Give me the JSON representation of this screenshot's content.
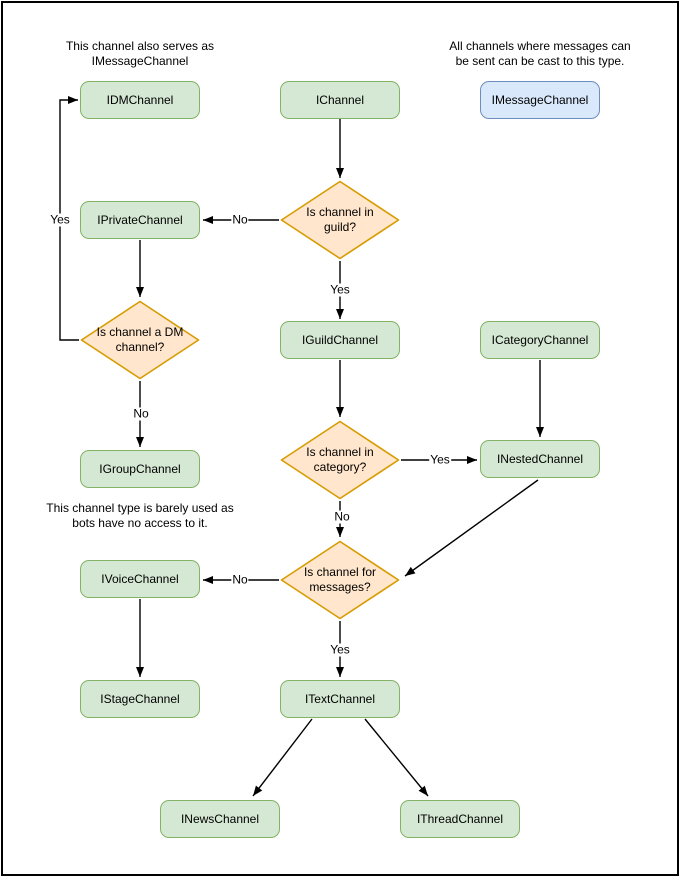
{
  "diagram": {
    "nodes": {
      "idmchannel": {
        "label": "IDMChannel"
      },
      "ichannel": {
        "label": "IChannel"
      },
      "imessagechannel": {
        "label": "IMessageChannel"
      },
      "iprivatechannel": {
        "label": "IPrivateChannel"
      },
      "iguildchannel": {
        "label": "IGuildChannel"
      },
      "icategorychannel": {
        "label": "ICategoryChannel"
      },
      "igroupchannel": {
        "label": "IGroupChannel"
      },
      "inestedchannel": {
        "label": "INestedChannel"
      },
      "ivoicechannel": {
        "label": "IVoiceChannel"
      },
      "istagechannel": {
        "label": "IStageChannel"
      },
      "itextchannel": {
        "label": "ITextChannel"
      },
      "inewschannel": {
        "label": "INewsChannel"
      },
      "ithreadchannel": {
        "label": "IThreadChannel"
      }
    },
    "decisions": {
      "in_guild": {
        "label": "Is channel in guild?"
      },
      "is_dm": {
        "label": "Is channel a DM channel?"
      },
      "in_category": {
        "label": "Is channel in category?"
      },
      "for_messages": {
        "label": "Is channel for messages?"
      }
    },
    "edge_labels": {
      "dm_yes": "Yes",
      "guild_no": "No",
      "guild_yes": "Yes",
      "dm_no": "No",
      "category_yes": "Yes",
      "category_no": "No",
      "messages_no": "No",
      "messages_yes": "Yes"
    },
    "annotations": {
      "dm_note": "This channel also serves as\nIMessageChannel",
      "cast_note": "All channels where messages can\nbe sent can be cast to this type.",
      "group_note": "This channel type is barely used as\nbots have no access to it."
    },
    "colors": {
      "node_fill": "#d5e8d4",
      "node_stroke": "#82b366",
      "decision_fill": "#ffe6cc",
      "decision_stroke": "#d79b00",
      "highlight_fill": "#dae8fc",
      "highlight_stroke": "#6c8ebf",
      "edge": "#000000",
      "text": "#000000"
    }
  }
}
